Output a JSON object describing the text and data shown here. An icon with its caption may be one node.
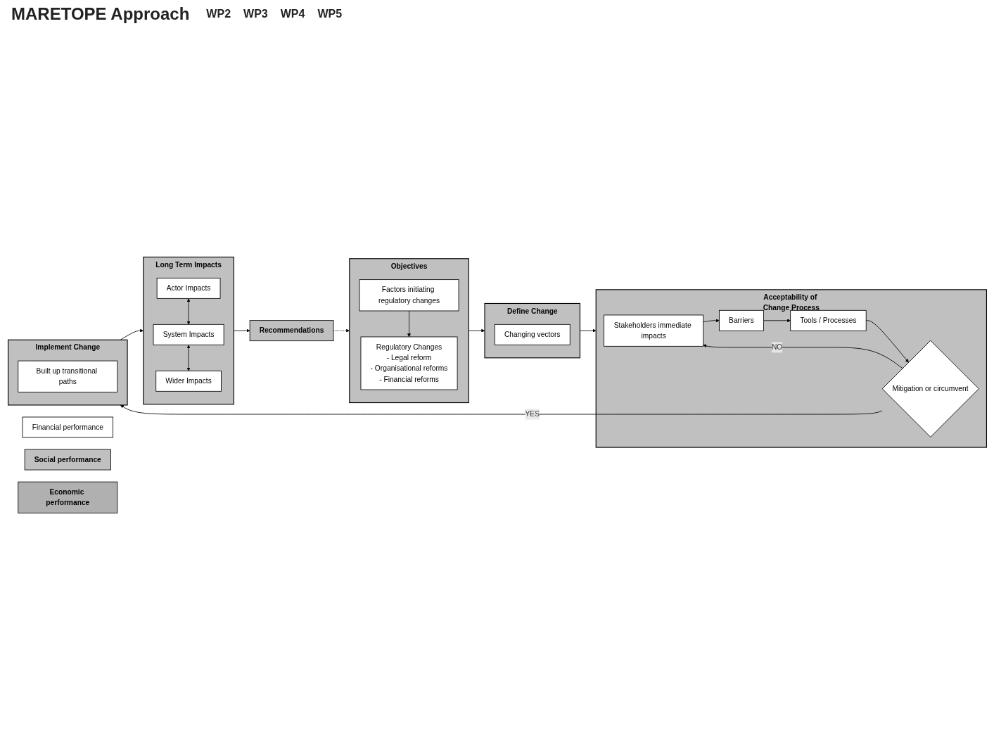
{
  "diagram": {
    "title": "MARETOPE Approach",
    "nodes": [
      {
        "text": [
          "Objectives"
        ]
      },
      {
        "text": [
          "Factors initiating regulatory changes"
        ],
        "in": 0
      },
      {
        "text": [
          "Regulatory Changes",
          "- Legal reform",
          "- Organisational reforms",
          "- Financial reforms"
        ],
        "in": 0
      },
      {
        "text": [
          "Define Change"
        ]
      },
      {
        "text": [
          "Changing vectors"
        ],
        "in": 3
      },
      {
        "text": [
          "Acceptability of Change Process"
        ]
      },
      {
        "text": [
          "Stakeholders immediate impacts"
        ],
        "in": 5
      },
      {
        "text": [
          "Barriers"
        ],
        "in": 5
      },
      {
        "text": [
          "Tools / Processes"
        ],
        "in": 5
      },
      {
        "text": [
          "Mitigation or circumvent"
        ],
        "in": 5
      },
      {
        "text": [
          "Financial performance"
        ]
      },
      {
        "text": [
          "Social performance"
        ]
      },
      {
        "text": [
          "Economic performance"
        ]
      },
      {
        "text": [
          "Long Term Impacts"
        ]
      },
      {
        "text": [
          "Actor Impacts"
        ],
        "in": 13
      },
      {
        "text": [
          "System Impacts"
        ],
        "in": 13
      },
      {
        "text": [
          "Wider Impacts"
        ],
        "in": 13
      },
      {
        "text": [
          "Implement Change"
        ]
      },
      {
        "text": [
          "Built up transitional paths"
        ],
        "in": 17
      },
      {
        "text": [
          "Recommendations"
        ]
      }
    ],
    "edges": [
      {
        "from": 1,
        "to": 2,
        "arrow": "to"
      },
      {
        "from": 0,
        "to": 3,
        "arrow": "to"
      },
      {
        "from": 3,
        "to": 5,
        "arrow": "to"
      },
      {
        "from": 6,
        "to": 7,
        "arrow": "to"
      },
      {
        "from": 7,
        "to": 8,
        "arrow": "to"
      },
      {
        "from": 8,
        "to": 9,
        "arrow": "to"
      },
      {
        "from": 9,
        "to": 6,
        "label": "NO",
        "arrow": "to"
      },
      {
        "from": 9,
        "to": 17,
        "label": "YES",
        "arrow": "to"
      },
      {
        "from": 14,
        "to": 15,
        "arrow": "both"
      },
      {
        "from": 15,
        "to": 16,
        "arrow": "both"
      },
      {
        "from": 17,
        "to": 13,
        "arrow": "to"
      },
      {
        "from": 13,
        "to": 19,
        "arrow": "to"
      },
      {
        "from": 19,
        "to": 0,
        "arrow": "to",
        "style": "dashed"
      }
    ],
    "labels": [
      "WP2",
      "WP3",
      "WP4",
      "WP5"
    ]
  }
}
